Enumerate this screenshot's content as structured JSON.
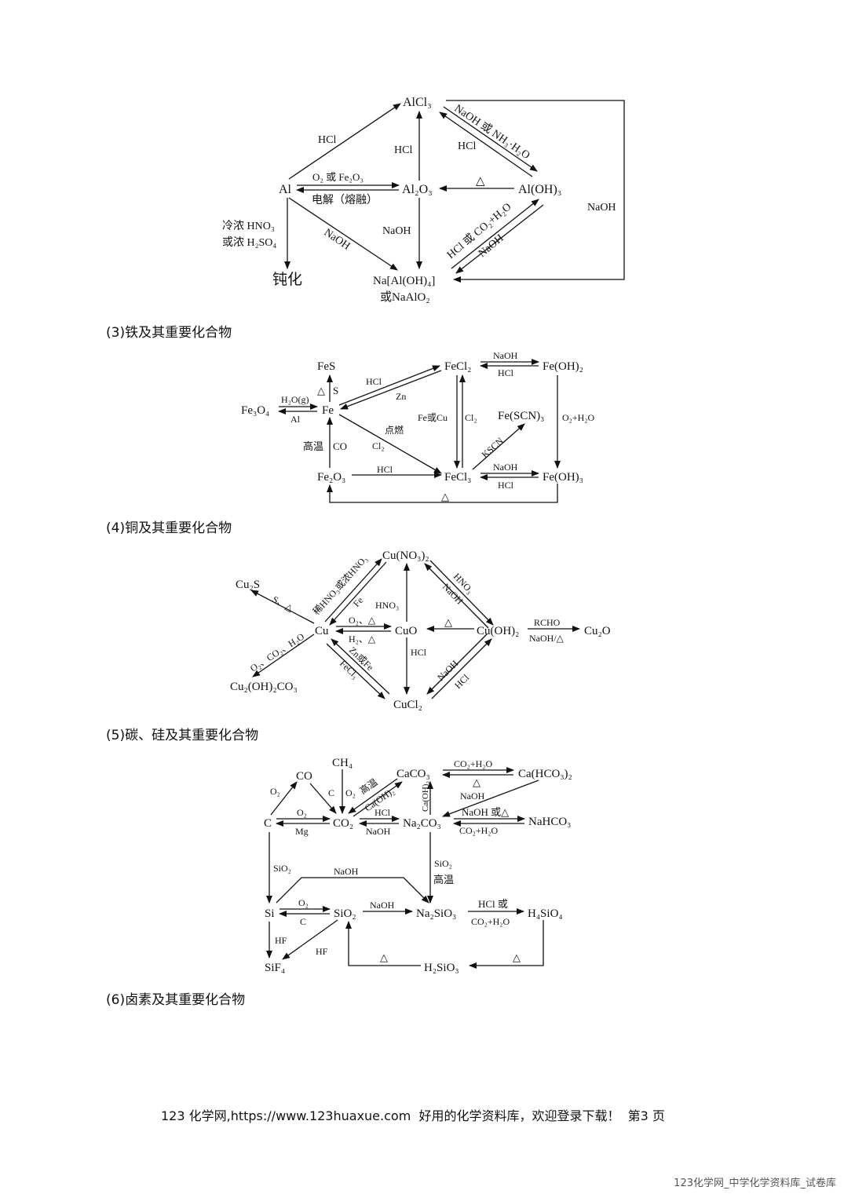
{
  "al": {
    "AlCl3": "AlCl₃",
    "Al": "Al",
    "Al2O3": "Al₂O₃",
    "AlOH3": "Al(OH)₃",
    "NaAlOH4": "Na[Al(OH)₄]",
    "NaAlO2": "或NaAlO₂",
    "passivation": "钝化",
    "HCl_a": "HCl",
    "HCl_b": "HCl",
    "HCl_c": "HCl",
    "naoh_nh3": "NaOH 或 NH₃·H₂O",
    "o2_fe2o3": "O₂ 或 Fe₂O₃",
    "electrolysis": "电解（熔融）",
    "delta": "△",
    "naoh_a": "NaOH",
    "naoh_b": "NaOH",
    "naoh_c": "NaOH",
    "naoh_d": "NaOH",
    "hcl_co2": "HCl 或 CO₂+H₂O",
    "cold_hno3": "冷浓 HNO₃",
    "cold_h2so4": "或浓 H₂SO₄"
  },
  "headings": {
    "h3": "(3)铁及其重要化合物",
    "h4": "(4)铜及其重要化合物",
    "h5": "(5)碳、硅及其重要化合物",
    "h6": "(6)卤素及其重要化合物"
  },
  "fe": {
    "FeS": "FeS",
    "Fe": "Fe",
    "Fe3O4": "Fe₃O₄",
    "Fe2O3": "Fe₂O₃",
    "FeCl2": "FeCl₂",
    "FeCl3": "FeCl₃",
    "FeOH2": "Fe(OH)₂",
    "FeOH3": "Fe(OH)₃",
    "FeSCN3": "Fe(SCN)₃",
    "S": "S",
    "delta_s": "△",
    "H2Og": "H₂O(g)",
    "Al": "Al",
    "HCl_top": "HCl",
    "Zn": "Zn",
    "FeOrCu": "Fe或Cu",
    "Cl2_v": "Cl₂",
    "ignite": "点燃",
    "Cl2_d": "Cl₂",
    "KSCN": "KSCN",
    "highT": "高温",
    "CO": "CO",
    "HCl_bottom": "HCl",
    "NaOH_1": "NaOH",
    "HCl_1": "HCl",
    "NaOH_2": "NaOH",
    "HCl_2": "HCl",
    "O2H2O": "O₂+H₂O",
    "delta_bottom": "△"
  },
  "cu": {
    "CuNO32": "Cu(NO₃)₂",
    "Cu2S": "Cu₂S",
    "Cu": "Cu",
    "CuO": "CuO",
    "CuOH2": "Cu(OH)₂",
    "Cu2O": "Cu₂O",
    "Cu2OH2CO3": "Cu₂(OH)₂CO₃",
    "CuCl2": "CuCl₂",
    "S_delta": "S、△",
    "dilute_conc_hno3": "稀HNO₃或浓HNO₃",
    "Fe": "Fe",
    "HNO3_v": "HNO₃",
    "HNO3_d": "HNO₃",
    "NaOH_d": "NaOH",
    "O2_delta": "O₂、△",
    "H2_delta": "H₂、△",
    "delta": "△",
    "RCHO": "RCHO",
    "NaOH_delta": "NaOH/△",
    "O2_CO2_H2O": "O₂、CO₂、H₂O",
    "Zn_or_Fe": "Zn或Fe",
    "FeCl3": "FeCl₃",
    "HCl_v": "HCl",
    "NaOH_2": "NaOH",
    "HCl_2": "HCl"
  },
  "c": {
    "CH4": "CH₄",
    "CO": "CO",
    "CaCO3": "CaCO₃",
    "CaHCO32": "Ca(HCO₃)₂",
    "C": "C",
    "CO2": "CO₂",
    "Na2CO3": "Na₂CO₃",
    "NaHCO3": "NaHCO₃",
    "Si": "Si",
    "SiO2": "SiO₂",
    "Na2SiO3": "Na₂SiO₃",
    "H4SiO4": "H₄SiO₄",
    "SiF4": "SiF₄",
    "H2SiO3": "H₂SiO₃",
    "O2_a": "O₂",
    "C_v": "C",
    "O2_v": "O₂",
    "highT": "高温",
    "CaOH2_d": "Ca(OH)₂",
    "CaOH2_v": "Ca(OH)₂",
    "CO2H2O_1": "CO₂+H₂O",
    "delta_1": "△",
    "NaOH_1": "NaOH",
    "O2_b": "O₂",
    "Mg": "Mg",
    "HCl": "HCl",
    "NaOH_2": "NaOH",
    "NaOH_or_delta": "NaOH 或△",
    "CO2H2O_2": "CO₂+H₂O",
    "SiO2_v": "SiO₂",
    "NaOH_arc": "NaOH",
    "SiO2_r": "SiO₂",
    "highT_2": "高温",
    "O2_c": "O₂",
    "C_b": "C",
    "NaOH_3": "NaOH",
    "HCl_or": "HCl 或",
    "CO2H2O_3": "CO₂+H₂O",
    "HF_1": "HF",
    "HF_2": "HF",
    "delta_2": "△",
    "delta_3": "△"
  },
  "footer": {
    "text": "123 化学网,https://www.123huaxue.com  好用的化学资料库，欢迎登录下载！  第3 页",
    "watermark": "123化学网_中学化学资料库_试卷库"
  }
}
